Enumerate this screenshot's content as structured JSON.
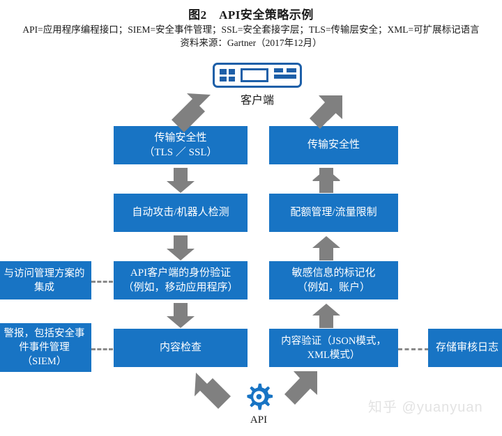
{
  "figure": {
    "title": "图2　API安全策略示例",
    "legend": "API=应用程序编程接口；SIEM=安全事件管理；SSL=安全套接字层；TLS=传输层安全；XML=可扩展标记语言",
    "source": "资料来源：Gartner（2017年12月）"
  },
  "nodes": {
    "client": {
      "label": "客户端",
      "icon": "client-device-icon"
    },
    "api": {
      "label": "API",
      "icon": "gear-icon"
    },
    "left_column": [
      {
        "id": "transport-security-tls-ssl",
        "label": "传输安全性\n（TLS ／ SSL）"
      },
      {
        "id": "automated-attack-bot-detection",
        "label": "自动攻击/机器人检测"
      },
      {
        "id": "api-client-authentication",
        "label": "API客户端的身份验证\n（例如，移动应用程序）"
      },
      {
        "id": "content-inspection",
        "label": "内容检查"
      }
    ],
    "right_column": [
      {
        "id": "transport-security",
        "label": "传输安全性"
      },
      {
        "id": "quota-management-rate-limiting",
        "label": "配额管理/流量限制"
      },
      {
        "id": "sensitive-data-tokenization",
        "label": "敏感信息的标记化\n（例如，账户）"
      },
      {
        "id": "content-validation",
        "label": "内容验证（JSON模式，\nXML模式）"
      }
    ],
    "side_left": [
      {
        "id": "access-management-integration",
        "label": "与访问管理方案的\n集成"
      },
      {
        "id": "alerting-siem",
        "label": "警报，包括安全事\n件事件管理\n（SIEM）"
      }
    ],
    "side_right": [
      {
        "id": "store-audit-logs",
        "label": "存储审核日志"
      }
    ]
  },
  "colors": {
    "box_blue": "#1874C4",
    "icon_blue": "#1d5fa8",
    "arrow_gray": "#808080",
    "dash_gray": "#8a8a8a",
    "text_white": "#ffffff",
    "watermark": "#e3e3e3"
  },
  "watermark": {
    "text": "知乎 @yuanyuan"
  }
}
